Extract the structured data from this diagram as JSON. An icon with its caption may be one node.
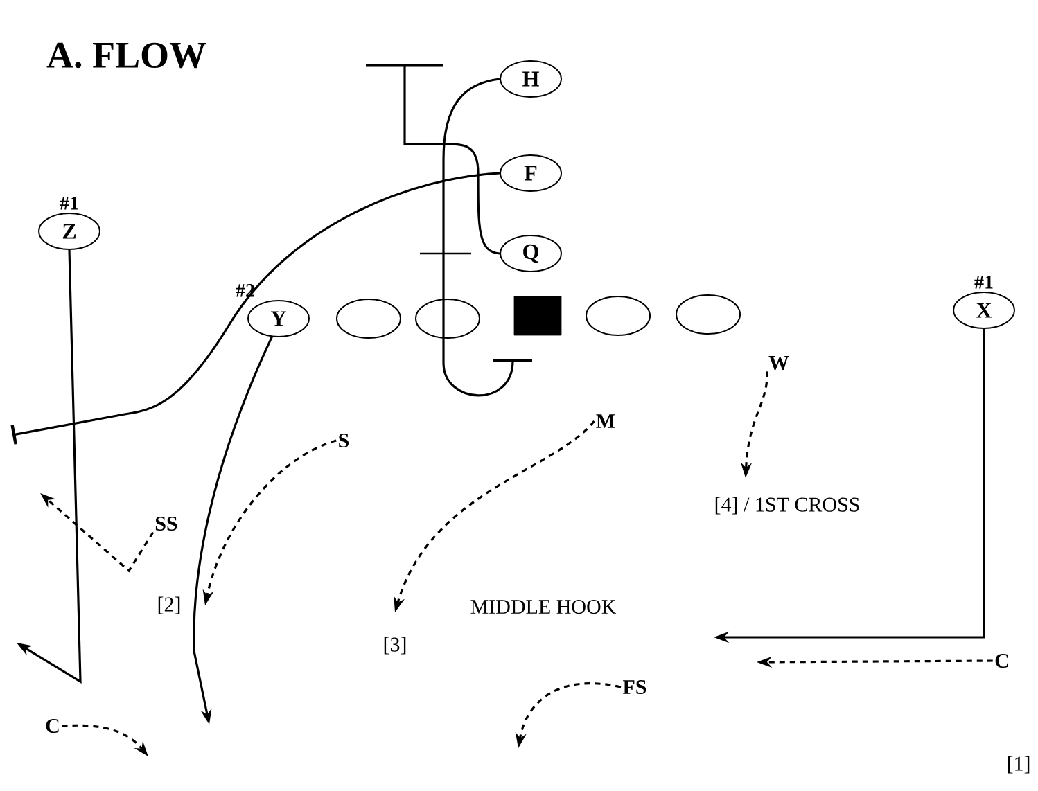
{
  "diagram": {
    "title": "A. FLOW",
    "nodes": [
      {
        "text": [
          "H"
        ]
      },
      {
        "text": [
          "F"
        ]
      },
      {
        "text": [
          "Q"
        ]
      },
      {
        "text": [
          "Z"
        ],
        "beside": [
          "#1"
        ]
      },
      {
        "text": [
          "Y"
        ],
        "beside": [
          "#2"
        ]
      },
      {
        "text": [],
        "shape": "circle"
      },
      {
        "text": [],
        "shape": "circle"
      },
      {
        "text": [],
        "shape": "box"
      },
      {
        "text": [],
        "shape": "circle"
      },
      {
        "text": [],
        "shape": "circle"
      },
      {
        "text": [
          "X"
        ],
        "beside": [
          "#1"
        ]
      },
      {
        "text": [
          "W"
        ]
      },
      {
        "text": [
          "S"
        ]
      },
      {
        "text": [
          "M"
        ]
      },
      {
        "text": [
          "SS"
        ]
      },
      {
        "text": [
          "C"
        ]
      },
      {
        "text": [
          "FS"
        ]
      },
      {
        "text": [
          "C"
        ]
      }
    ],
    "edges": [
      {
        "from": 0,
        "to": null,
        "arrow": "other"
      },
      {
        "from": 1,
        "to": null,
        "arrow": "other"
      },
      {
        "from": 2,
        "to": null,
        "arrow": "other"
      },
      {
        "from": 3,
        "to": null,
        "arrow": "to"
      },
      {
        "from": 4,
        "to": null,
        "arrow": "to"
      },
      {
        "from": 10,
        "to": null,
        "arrow": "to"
      },
      {
        "from": 11,
        "to": null,
        "arrow": "to",
        "style": "dashed"
      },
      {
        "from": 12,
        "to": null,
        "arrow": "to",
        "style": "dashed"
      },
      {
        "from": 13,
        "to": null,
        "arrow": "to",
        "style": "dashed"
      },
      {
        "from": 14,
        "to": null,
        "arrow": "to",
        "style": "dashed"
      },
      {
        "from": 15,
        "to": null,
        "arrow": "to",
        "style": "dashed"
      },
      {
        "from": 16,
        "to": null,
        "arrow": "to",
        "style": "dashed"
      },
      {
        "from": 17,
        "to": null,
        "arrow": "to",
        "style": "dashed"
      }
    ],
    "labels": [
      "[4] / 1ST CROSS",
      "[2]",
      "MIDDLE HOOK",
      "[3]",
      "[1]"
    ]
  }
}
